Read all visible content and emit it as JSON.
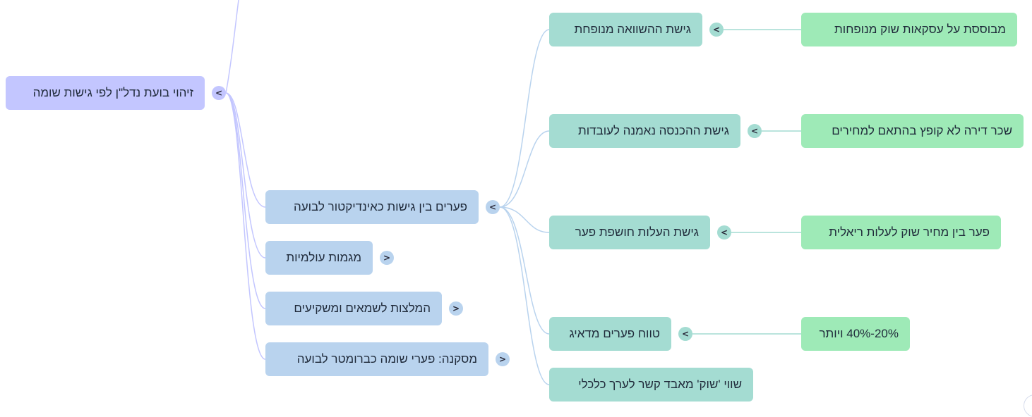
{
  "root": {
    "label": "זיהוי בועת נדל\"ן לפי גישות שומה",
    "toggle": "<"
  },
  "level1": [
    {
      "label": "פערים בין גישות כאינדיקטור לבועה",
      "toggle": "<"
    },
    {
      "label": "מגמות עולמיות",
      "toggle": ">"
    },
    {
      "label": "המלצות לשמאים ומשקיעים",
      "toggle": ">"
    },
    {
      "label": "מסקנה: פערי שומה כברומטר לבועה",
      "toggle": ">"
    }
  ],
  "level2": [
    {
      "label": "גישת ההשוואה מנופחת",
      "toggle": "<"
    },
    {
      "label": "גישת ההכנסה נאמנה לעובדות",
      "toggle": "<"
    },
    {
      "label": "גישת העלות חושפת פער",
      "toggle": "<"
    },
    {
      "label": "טווח פערים מדאיג",
      "toggle": "<"
    },
    {
      "label": "שווי 'שוק' מאבד קשר לערך כלכלי"
    }
  ],
  "level3": [
    {
      "label": "מבוססת על עסקאות שוק מנופחות"
    },
    {
      "label": "שכר דירה לא קופץ בהתאם למחירים"
    },
    {
      "label": "פער בין מחיר שוק לעלות ריאלית"
    },
    {
      "label": "20%-40% ויותר"
    }
  ],
  "colors": {
    "root": "#c3c6ff",
    "level1": "#b9d3ee",
    "level2": "#a4dcd2",
    "level3": "#9eeab7",
    "link_root": "#c3c6ff",
    "link_l1": "#b9d3ee",
    "link_l2": "#a4dcd2"
  }
}
